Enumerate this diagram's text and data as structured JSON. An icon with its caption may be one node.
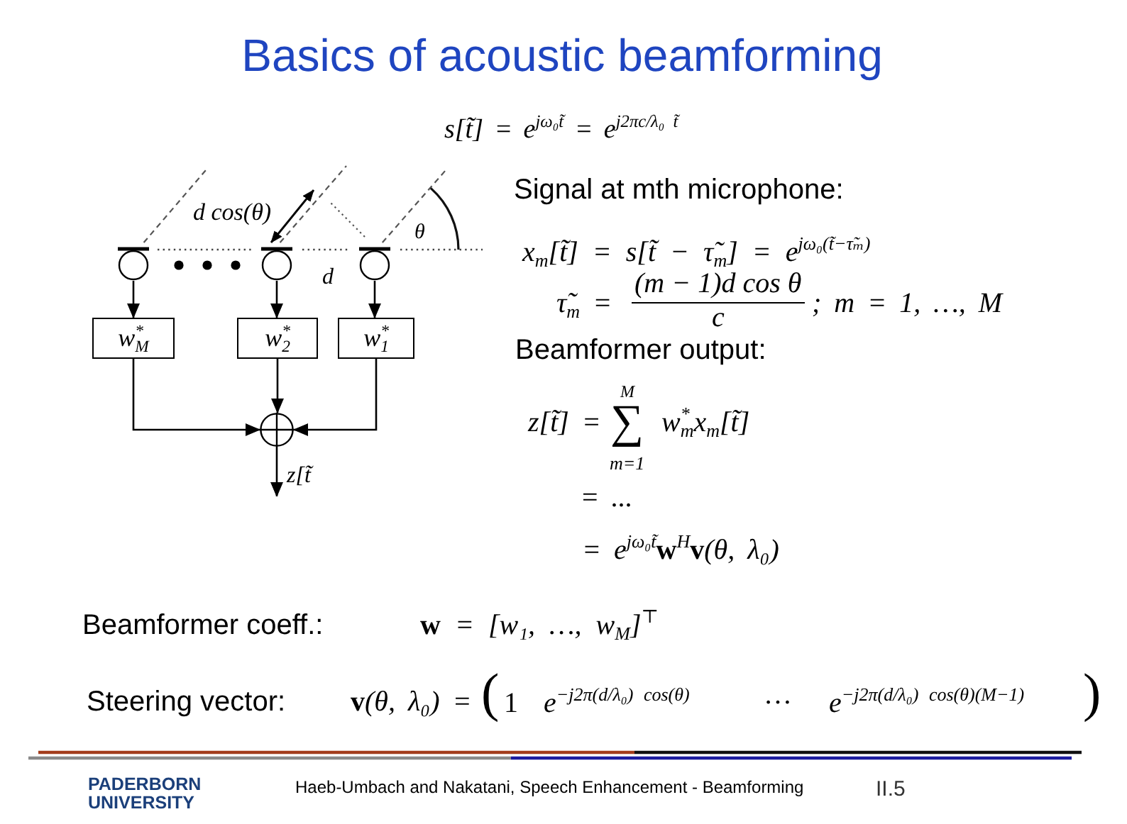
{
  "diagram": {
    "title": "Basics of acoustic beamforming",
    "nodes": [
      {
        "text": [],
        "shape": "circle"
      },
      {
        "text": [],
        "shape": "circle"
      },
      {
        "text": [],
        "shape": "circle"
      },
      {
        "text": [
          "w$^{*}$$_{M}$"
        ]
      },
      {
        "text": [
          "w$^{*}$$_{2}$"
        ]
      },
      {
        "text": [
          "w$^{*}$$_{1}$"
        ]
      },
      {
        "text": [],
        "shape": "circle"
      }
    ],
    "edges": [
      {
        "from": 0,
        "to": 3,
        "arrow": "to"
      },
      {
        "from": 1,
        "to": 4,
        "arrow": "to"
      },
      {
        "from": 2,
        "to": 5,
        "arrow": "to"
      },
      {
        "from": 3,
        "to": 6,
        "arrow": "to"
      },
      {
        "from": 4,
        "to": 6,
        "arrow": "to"
      },
      {
        "from": 5,
        "to": 6,
        "arrow": "to"
      },
      {
        "from": 6,
        "to": null,
        "arrow": "to",
        "label": "z[t̃"
      }
    ],
    "labels": [
      "s[t̃] = e$^{jω₀t̃}$ = e$^{j2πc/λ₀ t̃}$",
      "Signal at mth microphone:",
      "d cos(θ)",
      "θ",
      "x$_{m}$[t̃] = s[t̃ − τ̃$_{m}$] = e$^{jω₀(t̃−τ̃ₘ)}$",
      "d",
      "τ̃$_{m}$ =",
      "(m − 1)d cos θ",
      "c",
      "; m = 1, …, M",
      "Beamformer output:",
      "M",
      "z[t̃] =",
      "∑",
      "w$^{*}$$_{m}$x$_{m}$[t̃]",
      "m=1",
      "= ...",
      "= e$^{jω₀t̃}$**w**$^{H}$**v**(θ, λ₀)",
      "Beamformer coeff.:",
      "**w** = [w₁, …, w$_{M}$]$^{⊤}$",
      "Steering vector:",
      "**v**(θ, λ₀) =",
      "(",
      "1",
      "e$^{−j2π(d/λ₀) cos(θ)}$",
      "…",
      "e$^{−j2π(d/λ₀) cos(θ)(M−1)}$",
      ")",
      "PADERBORN UNIVERSITY",
      "Haeb-Umbach and Nakatani, Speech Enhancement - Beamforming",
      "II.5"
    ]
  }
}
